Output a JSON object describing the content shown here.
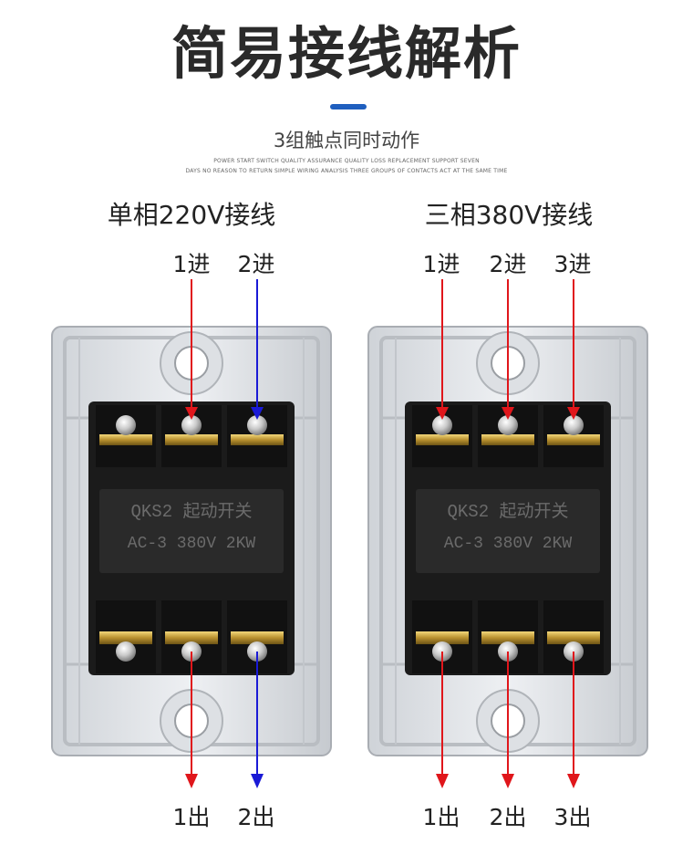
{
  "header": {
    "title": "简易接线解析",
    "subtitle": "3组触点同时动作",
    "fine_print_line1": "POWER START SWITCH QUALITY ASSURANCE QUALITY LOSS REPLACEMENT SUPPORT SEVEN",
    "fine_print_line2": "DAYS NO REASON TO RETURN SIMPLE WIRING ANALYSIS THREE GROUPS OF CONTACTS ACT AT THE SAME TIME",
    "accent_color": "#1f5fbf"
  },
  "single_phase": {
    "title": "单相220V接线",
    "inputs": [
      "1进",
      "2进"
    ],
    "outputs": [
      "1出",
      "2出"
    ],
    "wire_colors": [
      "#e0161b",
      "#1a1ad6"
    ]
  },
  "three_phase": {
    "title": "三相380V接线",
    "inputs": [
      "1进",
      "2进",
      "3进"
    ],
    "outputs": [
      "1出",
      "2出",
      "3出"
    ],
    "wire_color": "#e0161b"
  },
  "switch_label": {
    "line1": "QKS2 起动开关",
    "line2": "AC-3 380V 2KW"
  }
}
